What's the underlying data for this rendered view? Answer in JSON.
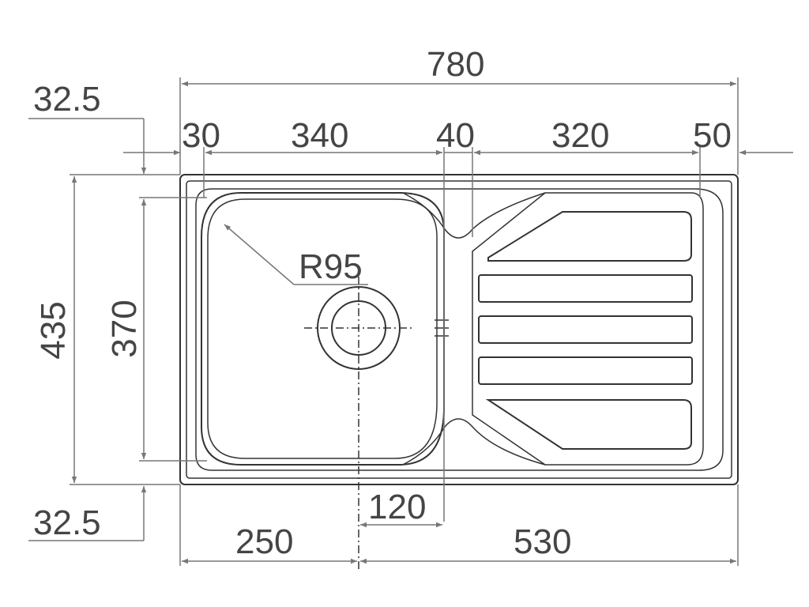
{
  "dimensions": {
    "overall_width": "780",
    "margin_left": "30",
    "bowl_width": "340",
    "divider": "40",
    "drainer_width": "320",
    "margin_right": "50",
    "top_offset": "32.5",
    "bottom_offset": "32.5",
    "overall_depth": "435",
    "bowl_depth": "370",
    "corner_radius": "R95",
    "waste_offset": "120",
    "waste_from_left": "250",
    "waste_to_right": "530"
  },
  "colors": {
    "outline": "#333333",
    "dimension": "#777777",
    "text": "#454545"
  }
}
